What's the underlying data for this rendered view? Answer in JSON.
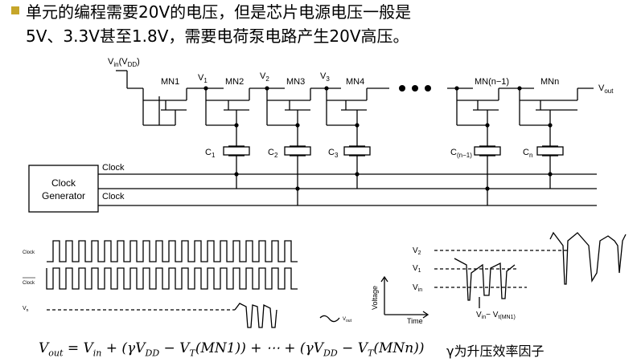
{
  "title": {
    "line1": "单元的编程需要20V的电压，但是芯片电源电压一般是",
    "line2": "5V、3.3V甚至1.8V，需要电荷泵电路产生20V高压。"
  },
  "circuit": {
    "vin_label": "V",
    "vin_sub": "in",
    "vin_vdd": "(V",
    "vin_vdd_sub": "DD",
    "vin_close": ")",
    "transistors": [
      "MN1",
      "MN2",
      "MN3",
      "MN4",
      "MN(n−1)",
      "MNn"
    ],
    "nodes": [
      {
        "main": "V",
        "sub": "1"
      },
      {
        "main": "V",
        "sub": "2"
      },
      {
        "main": "V",
        "sub": "3"
      }
    ],
    "capacitors": [
      {
        "main": "C",
        "sub": "1"
      },
      {
        "main": "C",
        "sub": "2"
      },
      {
        "main": "C",
        "sub": "3"
      },
      {
        "main": "C",
        "sub": "(n−1)"
      },
      {
        "main": "C",
        "sub": "n"
      }
    ],
    "vout_main": "V",
    "vout_sub": "out",
    "clock_label": "Clock",
    "clock_bar_label": "Clock",
    "generator_line1": "Clock",
    "generator_line2": "Generator"
  },
  "waveforms": {
    "clock_label": "Clock",
    "clock_bar_label": "Clock",
    "vn_label": "V",
    "vn_sub": "n",
    "vout_label": "V",
    "vout_sub": "out"
  },
  "voltage_plot": {
    "v2_main": "V",
    "v2_sub": "2",
    "v1_main": "V",
    "v1_sub": "1",
    "vin_main": "V",
    "vin_sub": "in",
    "ylabel": "Voltage",
    "xlabel": "Time",
    "annotation_main": "V",
    "annotation_sub1": "in",
    "annotation_mid": "− V",
    "annotation_sub2": "t(MN1)"
  },
  "formula": {
    "lhs": "V",
    "lhs_sub": "out",
    "eq": " = V",
    "vin_sub": "in",
    "part1": " + (γV",
    "vdd_sub": "DD",
    "part2": " − V",
    "vt_sub": "T",
    "part3": "(MN1)) + ⋯ + (γV",
    "vdd_sub2": "DD",
    "part4": " − V",
    "vt_sub2": "T",
    "part5": "(MNn))"
  },
  "note": "γ为升压效率因子"
}
